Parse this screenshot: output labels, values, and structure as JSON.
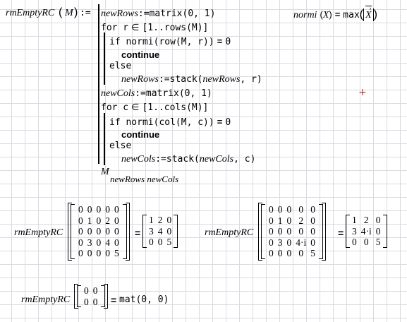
{
  "fn_def": {
    "name": "rmEmptyRC",
    "param": "M",
    "defeq": ":=",
    "lines": {
      "l1": [
        "newRows",
        ":=matrix(0, 1)"
      ],
      "l2": [
        "for  r",
        "∈",
        "[1..rows(M)]"
      ],
      "l3": [
        "if  normi(row(M, r))",
        "=",
        "0"
      ],
      "l4": "continue",
      "l5": "else",
      "l6": [
        "newRows",
        ":=stack(",
        "newRows",
        ", r)"
      ],
      "l7": [
        "newCols",
        ":=matrix(0, 1)"
      ],
      "l8": [
        "for  c",
        "∈",
        "[1..cols(M)]"
      ],
      "l9": [
        "if  normi(col(M, c))",
        "=",
        "0"
      ],
      "l10": "continue",
      "l11": "else",
      "l12": [
        "newCols",
        ":=stack(",
        "newCols",
        ", c)"
      ],
      "l13_base": "M",
      "l13_sub": "newRows newCols"
    }
  },
  "normi_def": {
    "lhs": "normi",
    "param": "X",
    "eq": "=",
    "rhs": "max",
    "vec": "X"
  },
  "example1": {
    "fn": "rmEmptyRC",
    "input": [
      [
        "0",
        "0",
        "0",
        "0",
        "0"
      ],
      [
        "0",
        "1",
        "0",
        "2",
        "0"
      ],
      [
        "0",
        "0",
        "0",
        "0",
        "0"
      ],
      [
        "0",
        "3",
        "0",
        "4",
        "0"
      ],
      [
        "0",
        "0",
        "0",
        "0",
        "5"
      ]
    ],
    "eq": "=",
    "output": [
      [
        "1",
        "2",
        "0"
      ],
      [
        "3",
        "4",
        "0"
      ],
      [
        "0",
        "0",
        "5"
      ]
    ]
  },
  "example2": {
    "fn": "rmEmptyRC",
    "input": [
      [
        "0",
        "0",
        "0",
        "0",
        "0"
      ],
      [
        "0",
        "1",
        "0",
        "2",
        "0"
      ],
      [
        "0",
        "0",
        "0",
        "0",
        "0"
      ],
      [
        "0",
        "3",
        "0",
        "4·i",
        "0"
      ],
      [
        "0",
        "0",
        "0",
        "0",
        "5"
      ]
    ],
    "eq": "=",
    "output": [
      [
        "1",
        "2",
        "0"
      ],
      [
        "3",
        "4·i",
        "0"
      ],
      [
        "0",
        "0",
        "5"
      ]
    ]
  },
  "example3": {
    "fn": "rmEmptyRC",
    "input": [
      [
        "0",
        "0"
      ],
      [
        "0",
        "0"
      ]
    ],
    "eq": "=",
    "rhs": "mat(0, 0)"
  },
  "cursor": "+"
}
